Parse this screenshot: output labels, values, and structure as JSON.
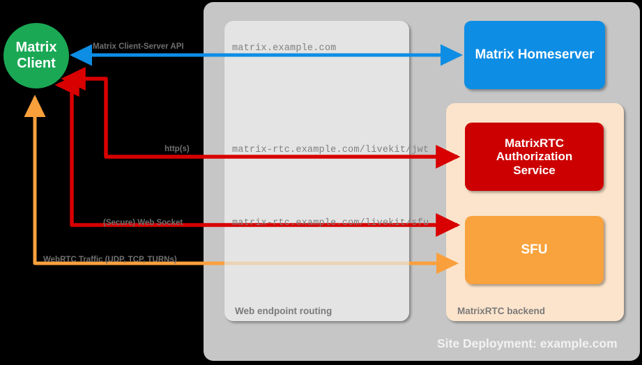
{
  "diagram": {
    "title": "Site Deployment: example.com",
    "colors": {
      "background": "#000000",
      "site_container": "#c6c6c6",
      "routing_container": "#e4e4e4",
      "backend_container": "#fce4cc",
      "client_node": "#1aa855",
      "homeserver_node": "#0d8de4",
      "auth_node": "#cc0000",
      "sfu_node": "#f8a33c",
      "blue_arrow": "#0d8de4",
      "red_arrow": "#d80000",
      "orange_arrow": "#f9a03c",
      "mono_text": "#808080",
      "group_text": "#7a7a7a",
      "node_text": "#ffffff"
    }
  },
  "nodes": {
    "client": {
      "label": "Matrix\nClient",
      "line1": "Matrix",
      "line2": "Client"
    },
    "homeserver": {
      "label": "Matrix Homeserver"
    },
    "auth_service": {
      "label": "MatrixRTC\nAuthorization\nService",
      "line1": "MatrixRTC",
      "line2": "Authorization",
      "line3": "Service"
    },
    "sfu": {
      "label": "SFU"
    }
  },
  "containers": {
    "site": {
      "label": "Site Deployment: example.com"
    },
    "web_routing": {
      "label": "Web endpoint routing"
    },
    "matrixrtc_backend": {
      "label": "MatrixRTC backend"
    }
  },
  "endpoints": [
    {
      "id": "cs-api",
      "url": "matrix.example.com"
    },
    {
      "id": "livekit-jwt",
      "url": "matrix-rtc.example.com/livekit/jwt"
    },
    {
      "id": "livekit-sfu",
      "url": "matrix-rtc.example.com/livekit/sfu"
    }
  ],
  "connections": [
    {
      "id": "client-server-api",
      "label": "Matrix Client-Server API",
      "color": "#0d8de4",
      "direction": "bidirectional"
    },
    {
      "id": "https",
      "label": "http(s)",
      "color": "#d80000",
      "direction": "bidirectional"
    },
    {
      "id": "websocket",
      "label": "(Secure) Web Socket",
      "color": "#d80000",
      "direction": "bidirectional"
    },
    {
      "id": "webrtc",
      "label": "WebRTC Traffic (UDP, TCP, TURNs)",
      "color": "#f9a03c",
      "direction": "bidirectional"
    }
  ]
}
